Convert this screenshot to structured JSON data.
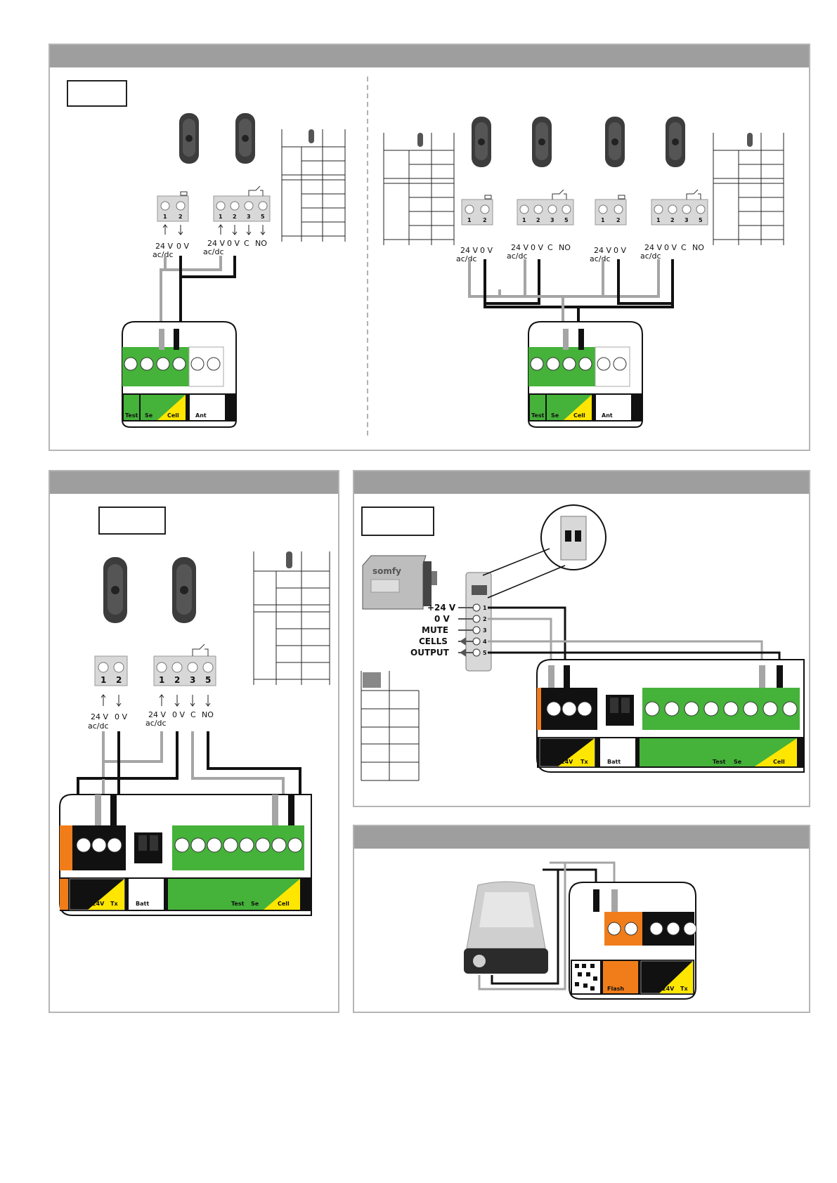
{
  "terminal_numbers": {
    "rx": [
      "1",
      "2"
    ],
    "tx": [
      "1",
      "2",
      "3",
      "5"
    ]
  },
  "wire_labels": {
    "rx": [
      "24 V",
      "ac/dc",
      "0 V"
    ],
    "tx": [
      "24 V",
      "ac/dc",
      "0 V",
      "C",
      "NO"
    ]
  },
  "reflex_cell": {
    "pins": [
      "+24 V",
      "0 V",
      "MUTE",
      "CELLS",
      "OUTPUT"
    ],
    "brand": "somfy"
  },
  "board_labels": {
    "test": "Test",
    "se": "Se",
    "cell": "Cell",
    "ant": "Ant",
    "v24": "24V",
    "tx": "Tx",
    "batt": "Batt",
    "flash": "Flash"
  },
  "colors": {
    "header": "#9e9e9e",
    "green_block": "#45b23a",
    "black_block": "#111111",
    "orange_block": "#f07d1a",
    "yellow_label": "#ffe600",
    "grey_wire": "#a5a5a5",
    "black_wire": "#111111"
  },
  "icons": [
    "photocell-receiver-icon",
    "photocell-transmitter-icon",
    "reflex-photocell-icon",
    "orange-flashing-light-icon",
    "dip-switch-icon"
  ]
}
